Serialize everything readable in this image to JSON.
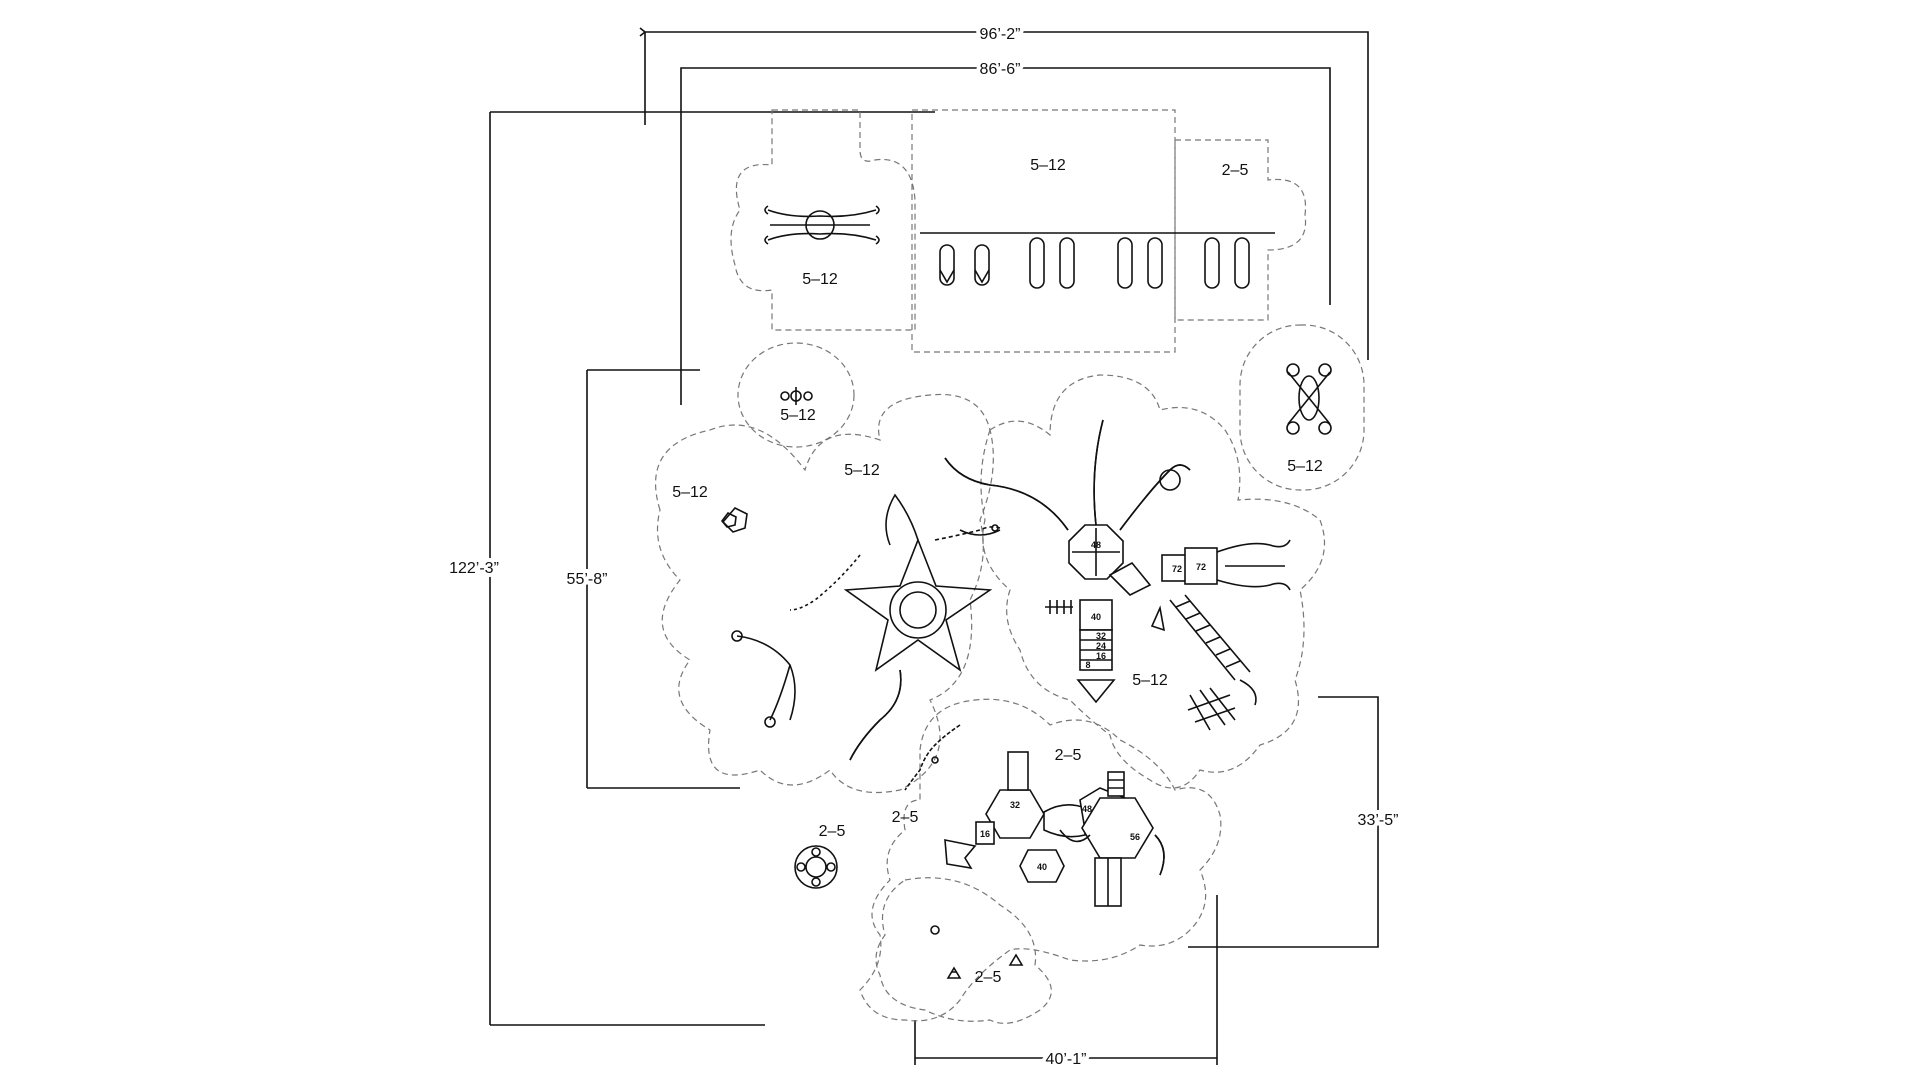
{
  "dimensions": {
    "total_width": "96’-2”",
    "inner_width": "86’-6”",
    "total_height": "122’-3”",
    "left_height": "55’-8”",
    "right_height": "33’-5”",
    "bottom_width": "40’-1”"
  },
  "zones": {
    "spinner_area": "5–12",
    "swing_area": "5–12",
    "toddler_swing_area": "2–5",
    "small_spinner_area": "5–12",
    "seesaw_area": "5–12",
    "far_left_area": "5–12",
    "star_climber_area": "5–12",
    "main_structure_area": "5–12",
    "toddler_structure_area": "2–5",
    "toddler_path_area": "2–5",
    "toddler_spinner_area": "2–5",
    "toddler_bottom_area": "2–5"
  },
  "deck_heights": {
    "deck_a": "48",
    "deck_b": "72",
    "deck_c": "72",
    "deck_d": "40",
    "deck_e": "32",
    "deck_f": "24",
    "deck_g": "16",
    "deck_h": "8",
    "toddler_a": "32",
    "toddler_b": "16",
    "toddler_c": "48",
    "toddler_d": "56",
    "toddler_e": "40"
  },
  "colors": {
    "ink": "#111111",
    "zone_outline": "#777777",
    "background": "#ffffff"
  }
}
